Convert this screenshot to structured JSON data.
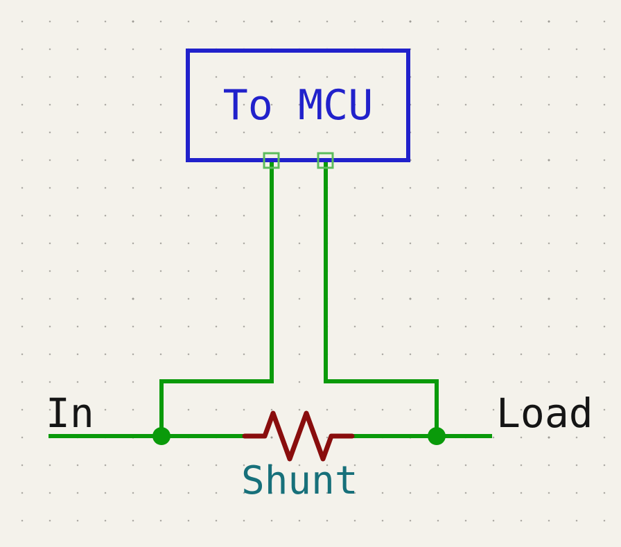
{
  "schematic": {
    "mcu_box_label": "To MCU",
    "net_label_in": "In",
    "net_label_load": "Load",
    "component_value": "Shunt"
  },
  "colors": {
    "background": "#F4F2EB",
    "grid_dot": "#ABA9A3",
    "wire": "#0A9A0A",
    "junction": "#0A9A0A",
    "unconnected_end": "#5CBC5C",
    "component_body": "#890D0D",
    "box_outline": "#2121CB",
    "box_text": "#2121CB",
    "value_text": "#17707A",
    "net_label_text": "#151515"
  }
}
